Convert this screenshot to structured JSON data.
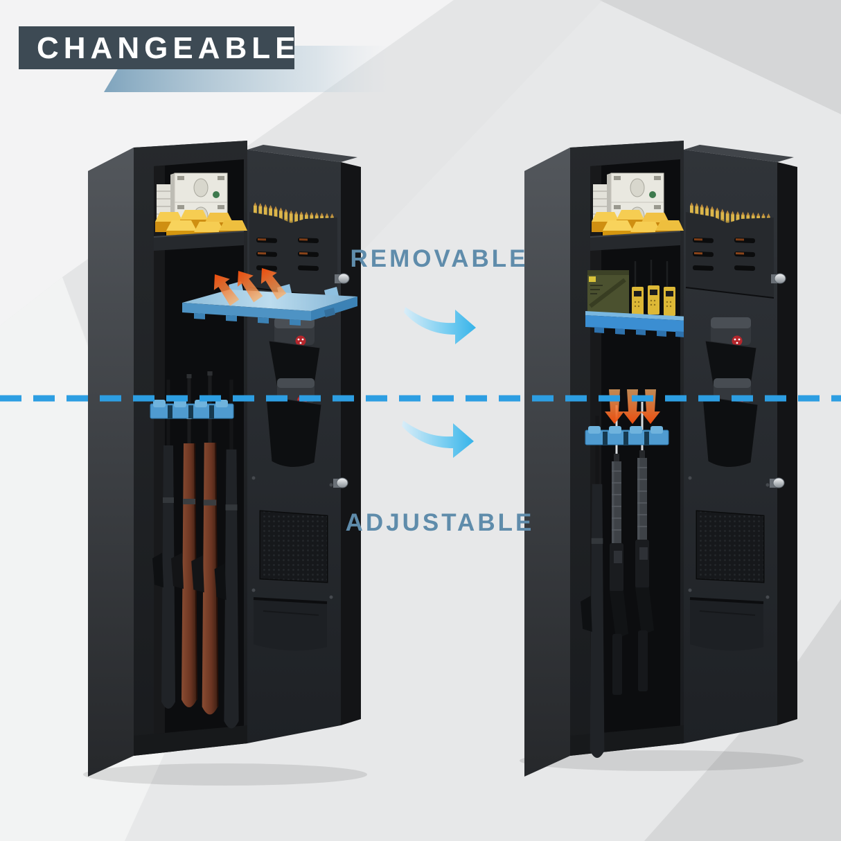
{
  "title_banner": {
    "label": "CHANGEABLE",
    "bg_color": "#3d4a54",
    "text_color": "#ffffff",
    "ribbon_color": "#7fa4bd"
  },
  "callouts": {
    "removable": {
      "label": "REMOVABLE",
      "color": "#5f8cab"
    },
    "adjustable": {
      "label": "ADJUSTABLE",
      "color": "#5f8cab"
    }
  },
  "divider": {
    "style": "dashed",
    "color": "#2d9ee2"
  },
  "accents": {
    "blue_arrow_start": "#d9edf8",
    "blue_arrow_end": "#36b3e9",
    "orange_arrow_start": "#fbb069",
    "orange_arrow_end": "#ec4b0c",
    "highlight_shelf_blue": "#4e93c4",
    "highlight_rest_blue": "#4f9bd0",
    "safe_body": "#1e2124",
    "gold": "#f6cd52",
    "cash": "#e9e8e0",
    "radio_yellow": "#ddb836",
    "ammo_can_olive": "#4b512f"
  },
  "left_safe": {
    "name": "gun-safe-shelf-removed",
    "items": [
      "cash-stacks",
      "gold-bars",
      "floating-removable-shelf",
      "orange-up-arrows",
      "barrel-rest-high",
      "wooden-rifles",
      "door-ammo-rack",
      "pistol-holsters",
      "mesh-panel",
      "door-pocket",
      "lock-bolts"
    ]
  },
  "right_safe": {
    "name": "gun-safe-shelf-installed",
    "items": [
      "cash-stacks",
      "gold-bars",
      "installed-shelf",
      "ammo-can",
      "walkie-talkies",
      "orange-down-arrows",
      "barrel-rest-low",
      "tactical-rifles",
      "door-ammo-rack",
      "pistol-holsters",
      "mesh-panel",
      "door-pocket",
      "lock-bolts"
    ]
  }
}
